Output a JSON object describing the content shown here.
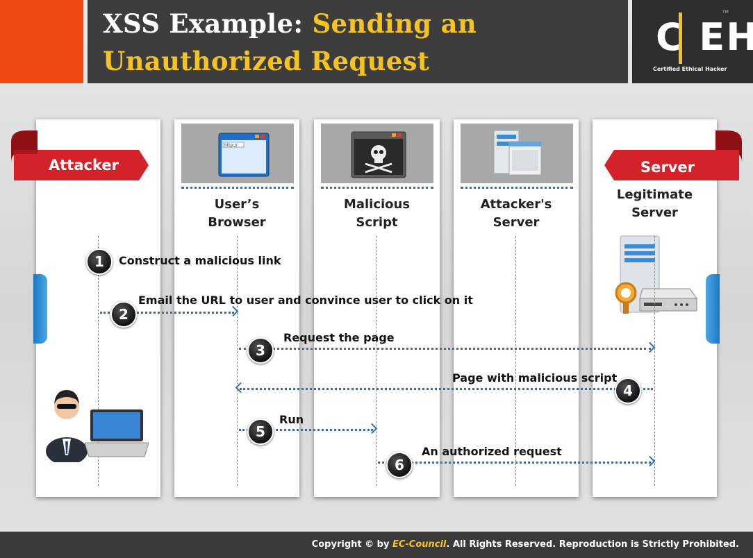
{
  "header": {
    "title_white": "XSS Example: ",
    "title_yellow_1": "Sending an",
    "title_line_2": "Unauthorized Request"
  },
  "logo": {
    "main": "CEH",
    "subtitle": "Certified   Ethical   Hacker",
    "tm": "TM"
  },
  "lanes": {
    "attacker_ribbon": "Attacker",
    "server_ribbon": "Server",
    "browser": [
      "User’s",
      "Browser"
    ],
    "script": [
      "Malicious",
      "Script"
    ],
    "attacker_server": [
      "Attacker's",
      "Server"
    ],
    "legit_server": [
      "Legitimate",
      "Server"
    ]
  },
  "icons": {
    "browser_url": "http://"
  },
  "steps": [
    {
      "num": "1",
      "label": "Construct a malicious link"
    },
    {
      "num": "2",
      "label": "Email the URL to user and convince user to click on it"
    },
    {
      "num": "3",
      "label": "Request the page"
    },
    {
      "num": "4",
      "label": "Page with malicious script"
    },
    {
      "num": "5",
      "label": "Run"
    },
    {
      "num": "6",
      "label": "An authorized request"
    }
  ],
  "footer": {
    "prefix": "Copyright © by ",
    "brand": "EC-Council",
    "suffix": ". All Rights Reserved. Reproduction is Strictly Prohibited."
  },
  "colors": {
    "accent_orange": "#f04a14",
    "title_yellow": "#f7c320",
    "ribbon_red": "#d4222a",
    "arrow_blue": "#2e6fb4"
  }
}
